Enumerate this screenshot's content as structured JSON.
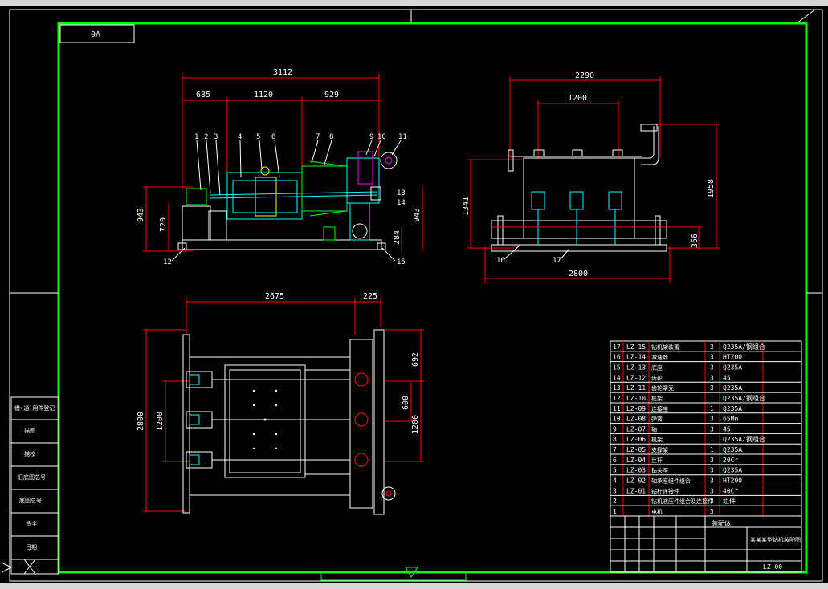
{
  "drawing": {
    "rev_box": "0A",
    "drawing_no": "LZ-00",
    "drawing_title": "装配体",
    "title_sub": "某某某型钻机装配图",
    "colors": {
      "frame": "#00ff00",
      "dim": "#ff0000",
      "part": "#00ffff",
      "white": "#ffffff",
      "title": "#ff0000"
    }
  },
  "dimensions": {
    "front": {
      "total": "3112",
      "d1": "685",
      "d2": "1120",
      "d3": "929",
      "h1": "943",
      "h2": "720",
      "h3": "943",
      "h4": "284"
    },
    "side": {
      "top": "2290",
      "inner": "1200",
      "h_left": "1341",
      "h_right": "1958",
      "h_small": "366",
      "bottom": "2800"
    },
    "plan": {
      "left": "2675",
      "right": "225",
      "h_total": "2800",
      "h_inner": "1200",
      "r_top": "692",
      "r_mid": "600",
      "r_low": "1200"
    }
  },
  "balloons": {
    "front_top": [
      "1",
      "2",
      "3",
      "4",
      "5",
      "6",
      "7",
      "8",
      "9",
      "10",
      "11"
    ],
    "front_right": [
      "13",
      "14",
      "15"
    ],
    "front_left": "12",
    "side": [
      "16",
      "17"
    ]
  },
  "bom": [
    {
      "no": "17",
      "code": "LZ-15",
      "name": "钻机架装置",
      "qty": "3",
      "mat": "Q235A/钢组合"
    },
    {
      "no": "16",
      "code": "LZ-14",
      "name": "减速器",
      "qty": "3",
      "mat": "HT200"
    },
    {
      "no": "15",
      "code": "LZ-13",
      "name": "底座",
      "qty": "3",
      "mat": "Q235A"
    },
    {
      "no": "14",
      "code": "LZ-12",
      "name": "齿轮",
      "qty": "3",
      "mat": "45"
    },
    {
      "no": "13",
      "code": "LZ-11",
      "name": "齿轮罩壳",
      "qty": "3",
      "mat": "Q235A"
    },
    {
      "no": "12",
      "code": "LZ-10",
      "name": "框架",
      "qty": "1",
      "mat": "Q235A/钢组合"
    },
    {
      "no": "11",
      "code": "LZ-09",
      "name": "连接座",
      "qty": "1",
      "mat": "Q235A"
    },
    {
      "no": "10",
      "code": "LZ-08",
      "name": "弹簧",
      "qty": "3",
      "mat": "65Mn"
    },
    {
      "no": "9",
      "code": "LZ-07",
      "name": "轴",
      "qty": "3",
      "mat": "45"
    },
    {
      "no": "8",
      "code": "LZ-06",
      "name": "机架",
      "qty": "1",
      "mat": "Q235A/钢组合"
    },
    {
      "no": "7",
      "code": "LZ-05",
      "name": "支撑架",
      "qty": "1",
      "mat": "Q235A"
    },
    {
      "no": "6",
      "code": "LZ-04",
      "name": "丝杆",
      "qty": "3",
      "mat": "20Cr"
    },
    {
      "no": "5",
      "code": "LZ-03",
      "name": "钻头座",
      "qty": "3",
      "mat": "Q235A"
    },
    {
      "no": "4",
      "code": "LZ-02",
      "name": "轴承座组件组合",
      "qty": "3",
      "mat": "HT200"
    },
    {
      "no": "3",
      "code": "LZ-01",
      "name": "钻杆连接件",
      "qty": "3",
      "mat": "40Cr"
    },
    {
      "no": "2",
      "code": "",
      "name": "钻机液压件组合及连接件",
      "qty": "3",
      "mat": "组件"
    },
    {
      "no": "1",
      "code": "",
      "name": "电机",
      "qty": "3",
      "mat": ""
    }
  ],
  "side_labels": [
    "借(通)用件登记",
    "旧底图总号",
    "底图总号",
    "签字",
    "日期",
    "描图",
    "描校"
  ]
}
